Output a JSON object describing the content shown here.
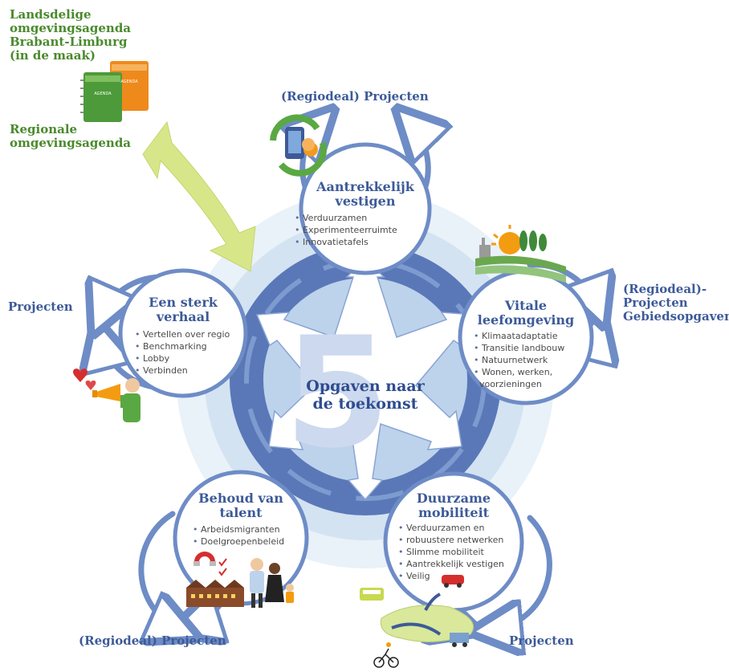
{
  "agenda": {
    "national": "Landsdelige omgevingsagenda Brabant-Limburg (in de maak)",
    "national_lines": [
      "Landsdelige",
      "omgevingsagenda",
      "Brabant-Limburg",
      "(in de maak)"
    ],
    "regional_lines": [
      "Regionale",
      "omgevingsagenda"
    ],
    "book_label": "AGENDA"
  },
  "center": {
    "number": "5",
    "lines": [
      "Opgaven naar",
      "de toekomst"
    ]
  },
  "outer_labels": {
    "top": "(Regiodeal) Projecten",
    "left": "Projecten",
    "right": [
      "(Regiodeal)-",
      "Projecten",
      "Gebiedsopgaven"
    ],
    "bottom_left": "(Regiodeal) Projecten",
    "bottom_right": "Projecten"
  },
  "circles": [
    {
      "key": "vestigen",
      "title": [
        "Aantrekkelijk",
        "vestigen"
      ],
      "items": [
        "Verduurzamen",
        "Experimenteerruimte",
        "Innovatietafels"
      ]
    },
    {
      "key": "verhaal",
      "title": [
        "Een sterk",
        "verhaal"
      ],
      "items": [
        "Vertellen over regio",
        "Benchmarking",
        "Lobby",
        "Verbinden"
      ]
    },
    {
      "key": "leefomgeving",
      "title": [
        "Vitale",
        "leefomgeving"
      ],
      "items": [
        "Klimaatadaptatie",
        "Transitie landbouw",
        "Natuurnetwerk",
        "Wonen, werken,",
        "voorzieningen"
      ]
    },
    {
      "key": "talent",
      "title": [
        "Behoud van",
        "talent"
      ],
      "items": [
        "Arbeidsmigranten",
        "Doelgroepenbeleid"
      ]
    },
    {
      "key": "mobiliteit",
      "title": [
        "Duurzame",
        "mobiliteit"
      ],
      "items": [
        "Verduurzamen en",
        "robuustere netwerken",
        "Slimme mobiliteit",
        "Aantrekkelijk vestigen",
        "Veilig"
      ]
    }
  ],
  "colors": {
    "dark_blue": "#3d5a98",
    "mid_blue": "#6e8cc6",
    "light_blue_1": "#e6eff8",
    "light_blue_2": "#cfe0f0",
    "light_blue_3": "#b6cfe9",
    "lime_arrow": "#d8e68a",
    "book_green": "#4d9a3a",
    "book_orange": "#ee8a1c"
  },
  "icons": {
    "top": "phone-coin-recycle-icon",
    "left": "megaphone-person-icon",
    "right": "sun-farmland-icon",
    "bottom_left": "factory-family-magnet-icon",
    "bottom_right": "map-transport-icon",
    "agenda": "agenda-books-icon"
  }
}
